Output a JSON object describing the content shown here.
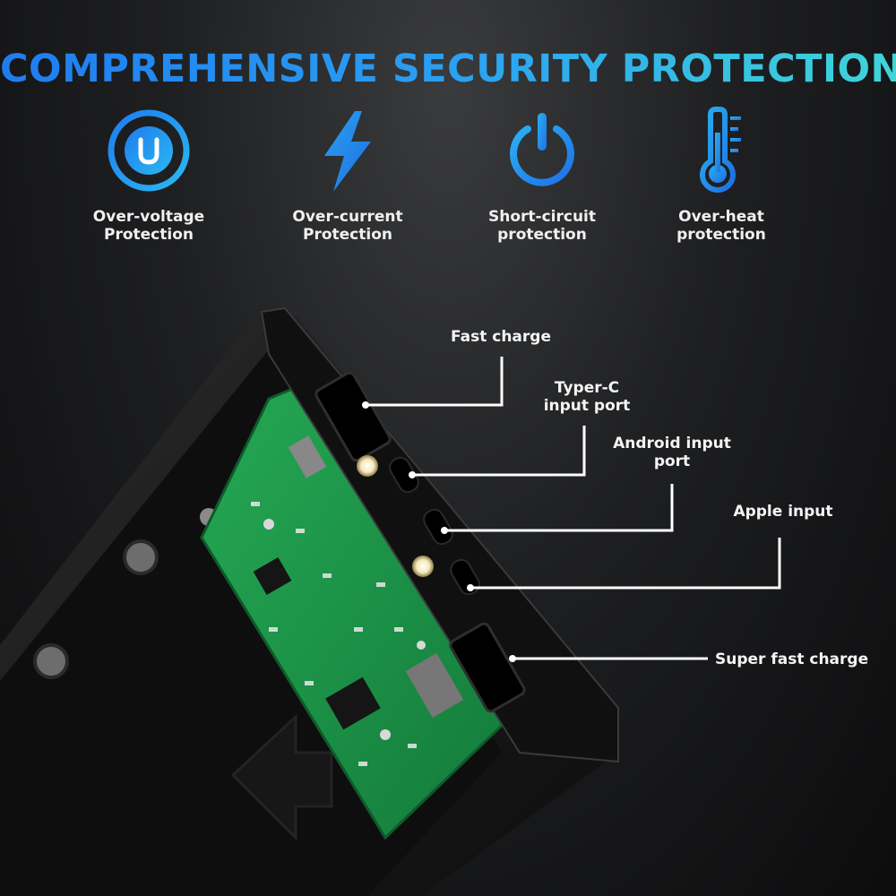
{
  "headline": "COMPREHENSIVE SECURITY PROTECTION",
  "colors": {
    "accent_start": "#1f7cf0",
    "accent_end": "#3fd5d8",
    "pcb_green": "#1f9a4a",
    "case_black": "#161616"
  },
  "features": [
    {
      "icon": "voltage-u-icon",
      "line1": "Over-voltage",
      "line2": "Protection"
    },
    {
      "icon": "lightning-bolt-icon",
      "line1": "Over-current",
      "line2": "Protection"
    },
    {
      "icon": "power-icon",
      "line1": "Short-circuit",
      "line2": "protection"
    },
    {
      "icon": "thermometer-icon",
      "line1": "Over-heat",
      "line2": "protection"
    }
  ],
  "callouts": [
    {
      "line1": "Fast charge",
      "line2": ""
    },
    {
      "line1": "Typer-C",
      "line2": "input port"
    },
    {
      "line1": "Android input",
      "line2": "port"
    },
    {
      "line1": "Apple input",
      "line2": ""
    },
    {
      "line1": "Super fast charge",
      "line2": ""
    }
  ]
}
